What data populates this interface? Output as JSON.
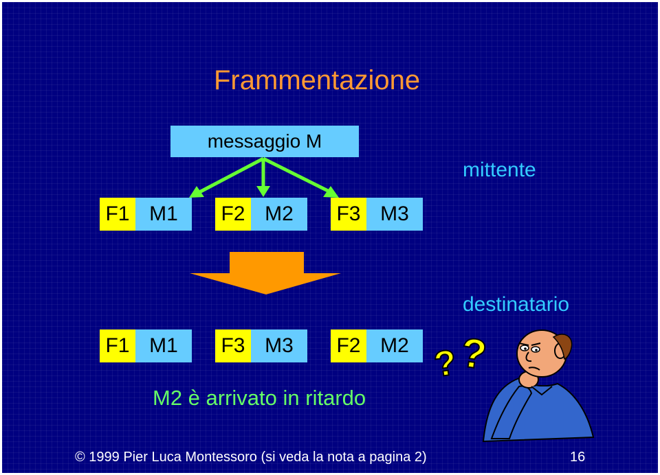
{
  "slide": {
    "title": "Frammentazione",
    "message_label": "messaggio M",
    "sender_label": "mittente",
    "receiver_label": "destinatario",
    "sent_fragments": [
      {
        "header": "F1",
        "payload": "M1"
      },
      {
        "header": "F2",
        "payload": "M2"
      },
      {
        "header": "F3",
        "payload": "M3"
      }
    ],
    "received_fragments": [
      {
        "header": "F1",
        "payload": "M1"
      },
      {
        "header": "F3",
        "payload": "M3"
      },
      {
        "header": "F2",
        "payload": "M2"
      }
    ],
    "status_text": "M2 è arrivato in ritardo",
    "question_marks": "??",
    "footer": "© 1999 Pier Luca Montessoro (si veda la nota a pagina 2)",
    "page_number": "16"
  },
  "colors": {
    "background": "#000080",
    "title": "#ff9933",
    "header_cell": "#ffff00",
    "payload_cell": "#66ccff",
    "arrow": "#66ff33",
    "big_arrow": "#ff9900",
    "status": "#66ff66",
    "role_text": "#33ccff"
  },
  "icons": [
    "split-arrows-icon",
    "down-arrow-icon",
    "confused-man-icon",
    "question-marks-icon"
  ]
}
